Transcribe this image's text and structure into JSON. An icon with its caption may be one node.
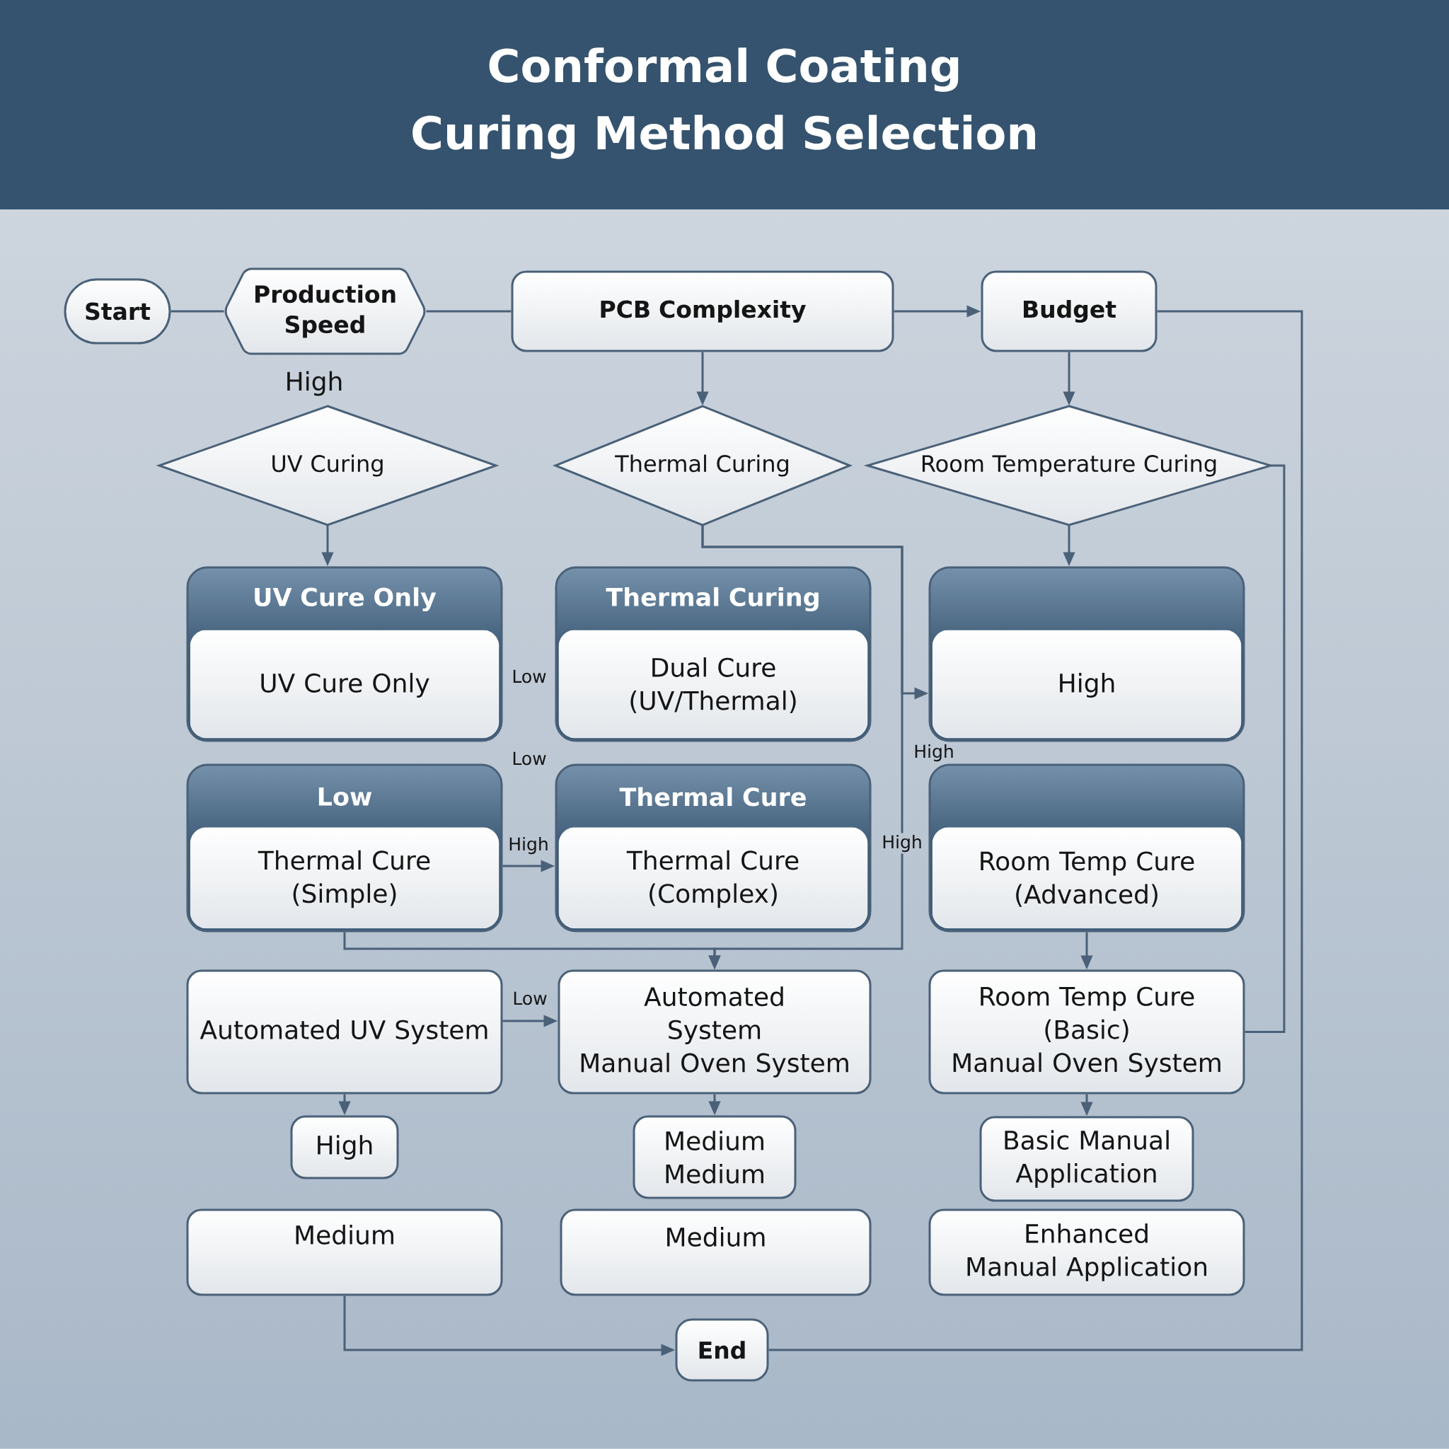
{
  "diagram": {
    "title": "Conformal Coating Curing Method Selection",
    "nodes": [
      {
        "text": [
          "Start"
        ]
      },
      {
        "text": [
          "Production Speed"
        ]
      },
      {
        "text": [
          "PCB Complexity"
        ]
      },
      {
        "text": [
          "Budget"
        ]
      },
      {
        "text": [
          "UV Curing"
        ]
      },
      {
        "text": [
          "Thermal Curing"
        ]
      },
      {
        "text": [
          "Room Temperature Curing"
        ]
      },
      {
        "text": [
          "UV Cure Only",
          "UV Cure Only"
        ]
      },
      {
        "text": [
          "Thermal Curing",
          "Dual Cure (UV/Thermal)"
        ]
      },
      {
        "text": [
          "High"
        ]
      },
      {
        "text": [
          "Low",
          "Thermal Cure (Simple)"
        ]
      },
      {
        "text": [
          "Thermal Cure",
          "Thermal Cure (Complex)"
        ]
      },
      {
        "text": [
          "Room Temp Cure (Advanced)"
        ]
      },
      {
        "text": [
          "Automated UV System"
        ]
      },
      {
        "text": [
          "Automated System",
          "Manual Oven System"
        ]
      },
      {
        "text": [
          "Room Temp Cure (Basic)",
          "Manual Oven System"
        ]
      },
      {
        "text": [
          "High"
        ]
      },
      {
        "text": [
          "Medium",
          "Medium"
        ]
      },
      {
        "text": [
          "Basic Manual Application"
        ]
      },
      {
        "text": [
          "Medium"
        ]
      },
      {
        "text": [
          "Medium"
        ]
      },
      {
        "text": [
          "Enhanced Manual Application"
        ]
      },
      {
        "text": [
          "End"
        ]
      }
    ],
    "edges": [
      {
        "from": 0,
        "to": 1,
        "arrow": "none"
      },
      {
        "from": 1,
        "to": 2,
        "arrow": "none"
      },
      {
        "from": 2,
        "to": 3,
        "arrow": "to"
      },
      {
        "from": 2,
        "to": 5,
        "arrow": "to"
      },
      {
        "from": 3,
        "to": 6,
        "arrow": "to"
      },
      {
        "from": 3,
        "to": 22,
        "arrow": "none"
      },
      {
        "from": 4,
        "to": 7,
        "arrow": "to"
      },
      {
        "from": 5,
        "to": 9,
        "arrow": "to"
      },
      {
        "from": 5,
        "to": 14,
        "arrow": "to",
        "label": "High"
      },
      {
        "from": 6,
        "to": 9,
        "arrow": "to"
      },
      {
        "from": 6,
        "to": 15,
        "arrow": "none"
      },
      {
        "from": 10,
        "to": 11,
        "arrow": "to",
        "label": "High"
      },
      {
        "from": 10,
        "to": 14,
        "arrow": "to"
      },
      {
        "from": 12,
        "to": 15,
        "arrow": "to"
      },
      {
        "from": 13,
        "to": 14,
        "arrow": "to",
        "label": "Low"
      },
      {
        "from": 13,
        "to": 16,
        "arrow": "to"
      },
      {
        "from": 14,
        "to": 17,
        "arrow": "to"
      },
      {
        "from": 15,
        "to": 18,
        "arrow": "to"
      },
      {
        "from": 19,
        "to": 22,
        "arrow": "to"
      }
    ],
    "labels": [
      "High",
      "Low",
      "High",
      "Low"
    ]
  }
}
